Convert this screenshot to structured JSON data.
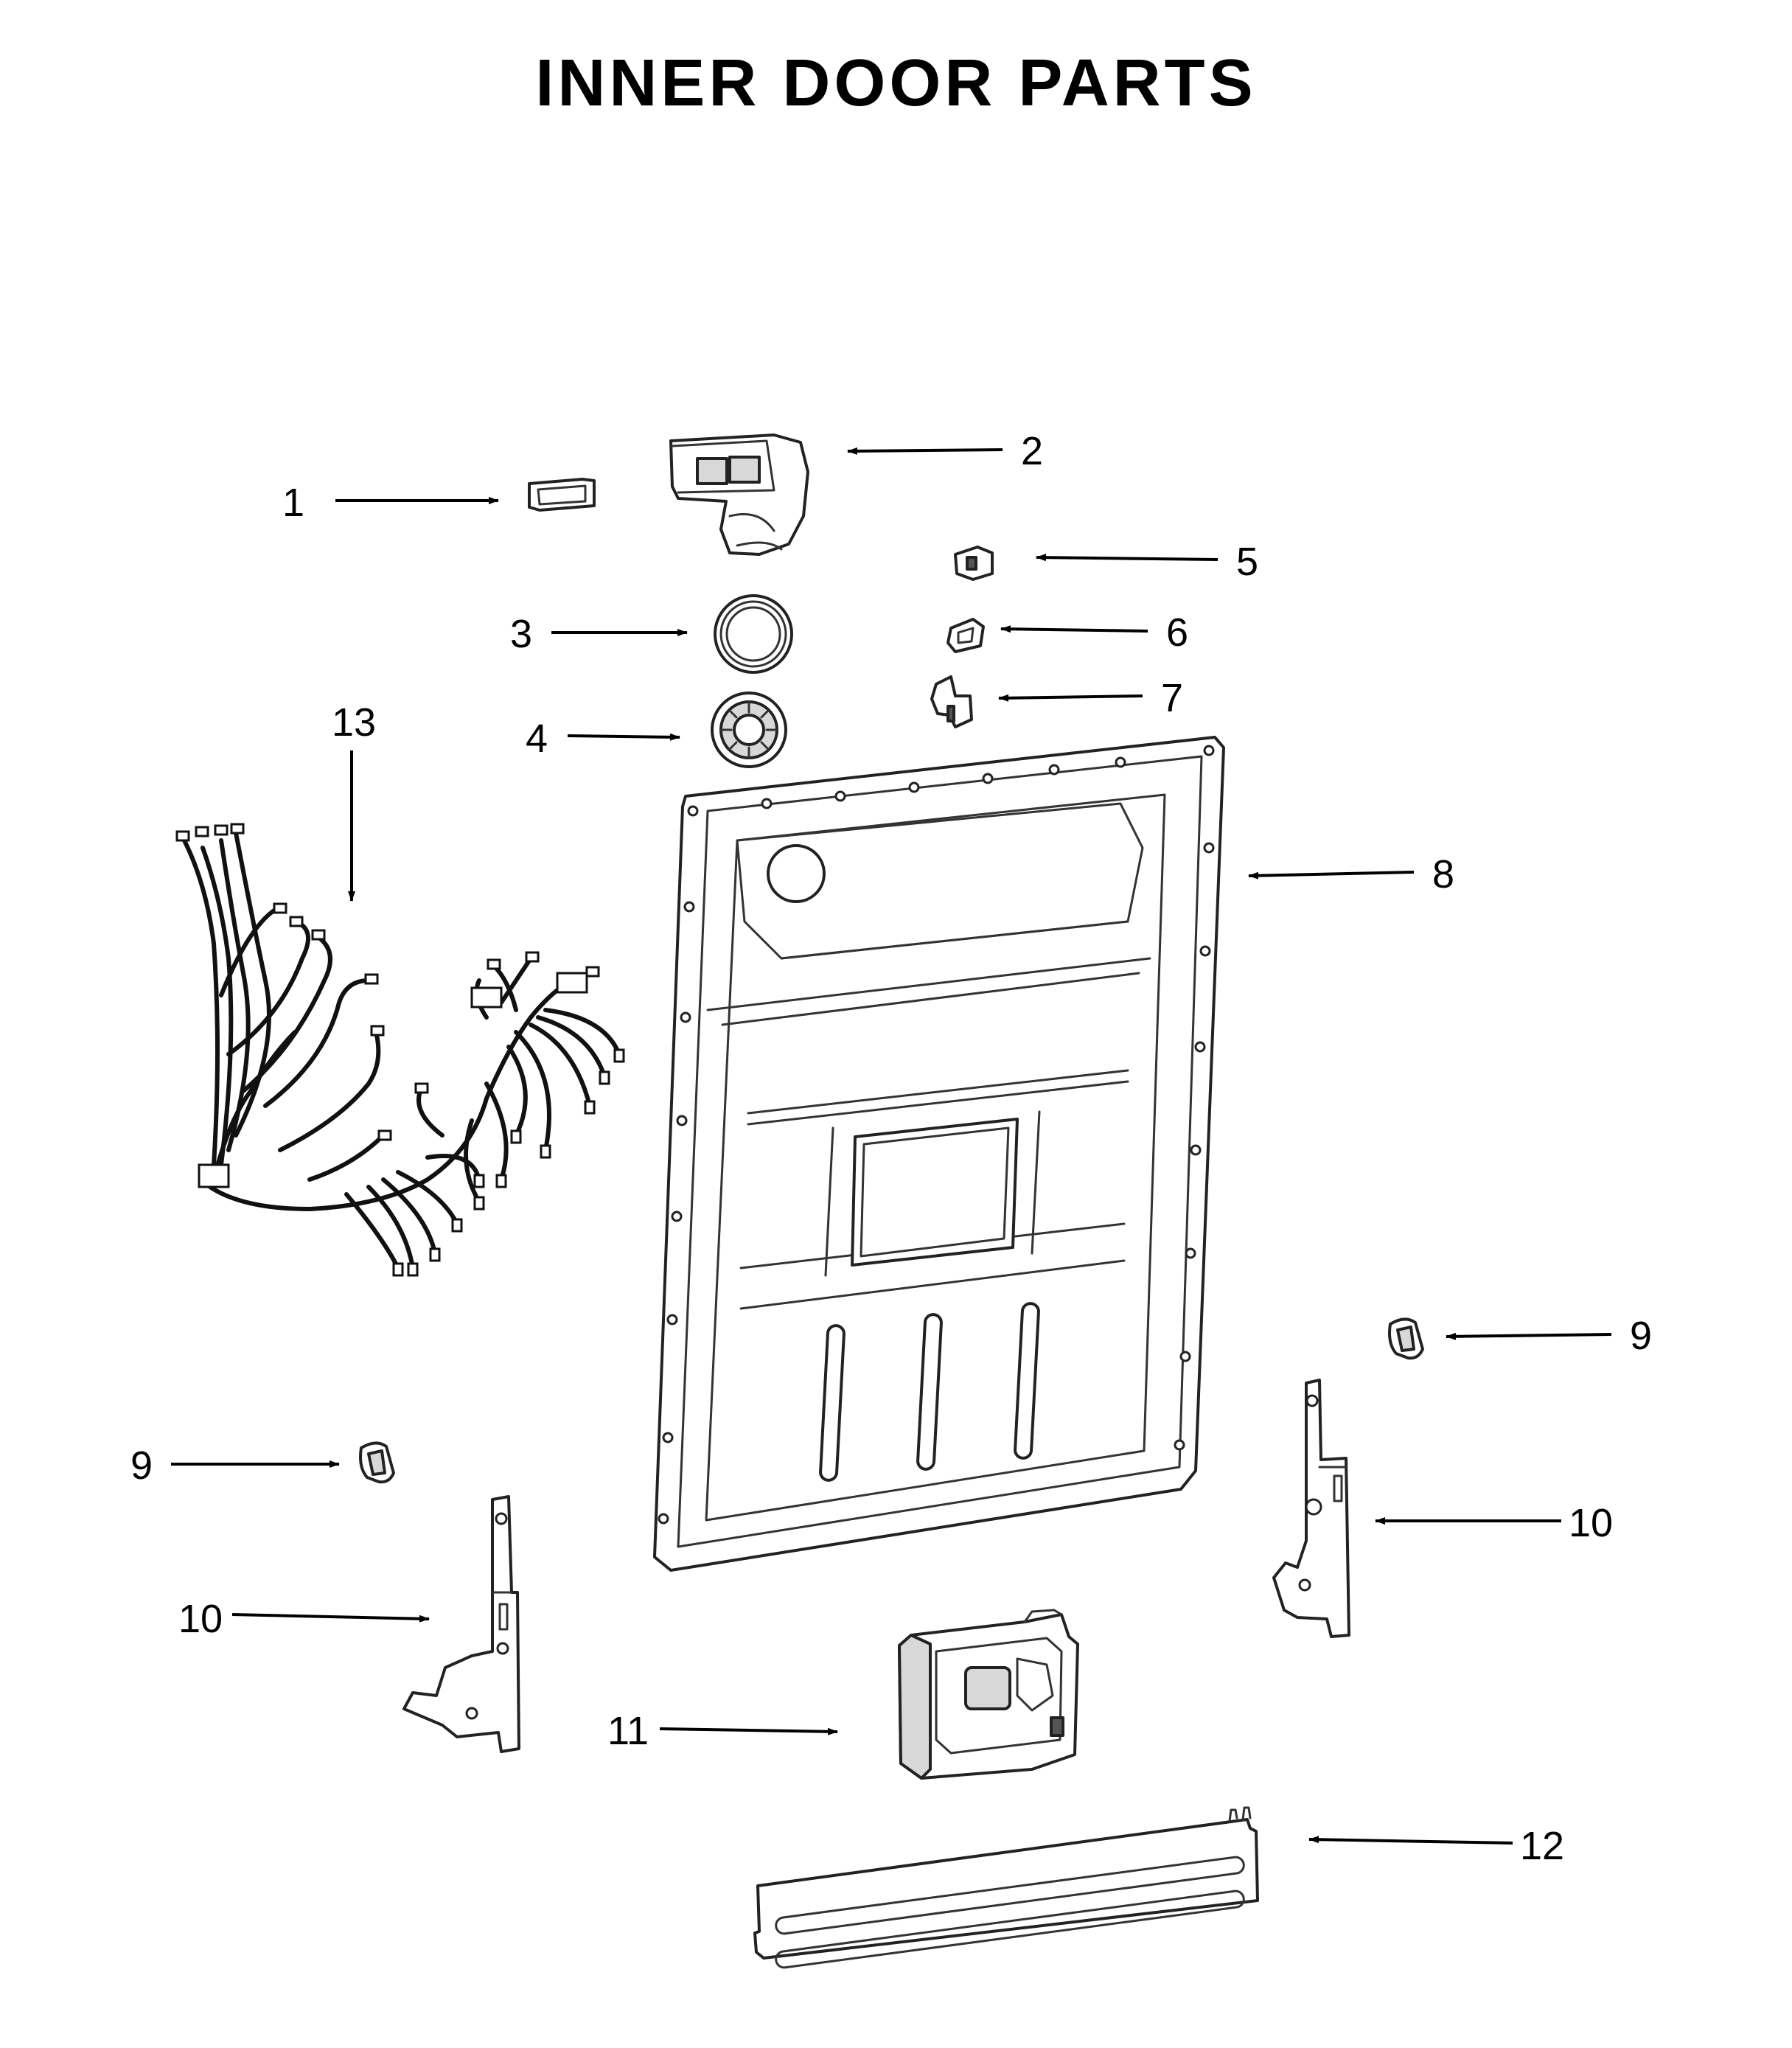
{
  "title": "INNER DOOR PARTS",
  "callouts": [
    {
      "id": "c1",
      "label": "1"
    },
    {
      "id": "c2",
      "label": "2"
    },
    {
      "id": "c3",
      "label": "3"
    },
    {
      "id": "c4",
      "label": "4"
    },
    {
      "id": "c5",
      "label": "5"
    },
    {
      "id": "c6",
      "label": "6"
    },
    {
      "id": "c7",
      "label": "7"
    },
    {
      "id": "c8",
      "label": "8"
    },
    {
      "id": "c9a",
      "label": "9"
    },
    {
      "id": "c9b",
      "label": "9"
    },
    {
      "id": "c10a",
      "label": "10"
    },
    {
      "id": "c10b",
      "label": "10"
    },
    {
      "id": "c11",
      "label": "11"
    },
    {
      "id": "c12",
      "label": "12"
    },
    {
      "id": "c13",
      "label": "13"
    }
  ]
}
